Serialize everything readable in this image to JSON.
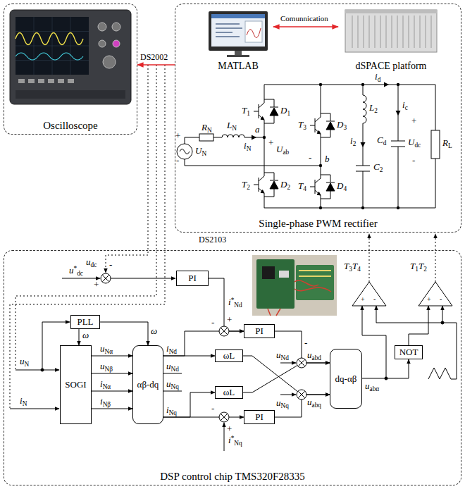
{
  "diagram": {
    "nodes": [
      {
        "text": [
          "Oscilloscope"
        ]
      },
      {
        "text": [
          "Single-phase PWM rectifier"
        ]
      },
      {
        "text": [
          "MATLAB"
        ],
        "in": 1
      },
      {
        "text": [
          "dSPACE platform"
        ],
        "in": 1
      },
      {
        "text": [
          "DSP control chip TMS320F28335"
        ]
      },
      {
        "text": [
          "PI"
        ],
        "in": 4
      },
      {
        "text": [
          "PLL"
        ],
        "in": 4
      },
      {
        "text": [
          "SOGI"
        ],
        "in": 4
      },
      {
        "text": [
          "αβ-dq"
        ],
        "in": 4
      },
      {
        "text": [
          "PI"
        ],
        "in": 4
      },
      {
        "text": [
          "ωL"
        ],
        "in": 4
      },
      {
        "text": [
          "ωL"
        ],
        "in": 4
      },
      {
        "text": [
          "PI"
        ],
        "in": 4
      },
      {
        "text": [
          "dq-αβ"
        ],
        "in": 4
      },
      {
        "text": [
          "NOT"
        ],
        "in": 4
      }
    ],
    "edges": [
      {
        "from": 1,
        "to": 0,
        "arrow": "to",
        "label": "DS2002"
      },
      {
        "from": 2,
        "to": 3,
        "arrow": "both",
        "label": "Comunnication"
      },
      {
        "from": 6,
        "to": 7,
        "arrow": "to",
        "label": "ω"
      },
      {
        "from": 6,
        "to": 8,
        "arrow": "to",
        "label": "ω"
      },
      {
        "from": 7,
        "to": 8,
        "arrow": "to",
        "label": "uNα"
      },
      {
        "from": 7,
        "to": 8,
        "arrow": "to",
        "label": "uNβ"
      },
      {
        "from": 7,
        "to": 8,
        "arrow": "to",
        "label": "iNα"
      },
      {
        "from": 7,
        "to": 8,
        "arrow": "to",
        "label": "iNβ"
      },
      {
        "from": 5,
        "to": 9,
        "arrow": "to",
        "label": "i*Nd"
      },
      {
        "from": 8,
        "to": 9,
        "arrow": "to",
        "label": "iNd"
      },
      {
        "from": 8,
        "to": 10,
        "arrow": "to"
      },
      {
        "from": 8,
        "to": 11,
        "arrow": "to"
      },
      {
        "from": 8,
        "to": 12,
        "arrow": "to",
        "label": "iNq"
      },
      {
        "from": 9,
        "to": 13,
        "arrow": "to",
        "label": "uabd"
      },
      {
        "from": 10,
        "to": 13,
        "arrow": "to"
      },
      {
        "from": 11,
        "to": 13,
        "arrow": "to"
      },
      {
        "from": 12,
        "to": 13,
        "arrow": "to",
        "label": "uabq"
      },
      {
        "from": 13,
        "to": 14,
        "arrow": "to",
        "label": "uabα"
      }
    ],
    "labels": [
      "RN",
      "LN",
      "UN",
      "+",
      "-",
      "iN",
      "a",
      "+",
      "Uab",
      "-",
      "b",
      "T1",
      "D1",
      "T3",
      "D3",
      "T2",
      "D2",
      "T4",
      "D4",
      "L2",
      "id",
      "ic",
      "i2",
      "C2",
      "Cd",
      "+",
      "Udc",
      "-",
      "RL",
      "DS2103",
      "udc",
      "u*dc",
      "-",
      "+",
      "uN",
      "iN",
      "uNd",
      "uNq",
      "-",
      "+",
      "-",
      "+",
      "i*Nq",
      "uNd",
      "uNq",
      "-",
      "+",
      "-",
      "+",
      "-",
      "T3T4",
      "T1T2"
    ]
  }
}
